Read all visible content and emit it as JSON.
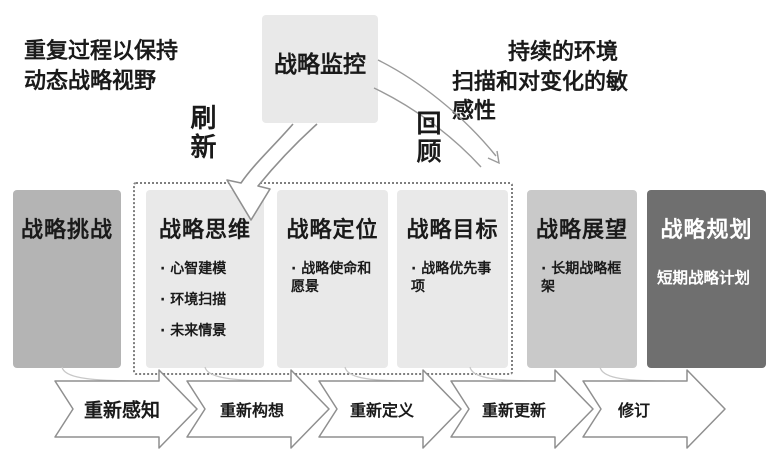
{
  "colors": {
    "box_light": "#e9e9e9",
    "box_medium": "#b4b4b4",
    "box_medium_light": "#c9c9c9",
    "box_dark": "#6f6f6f",
    "outline_gray": "#8f8f8f",
    "text": "#1a1a1a"
  },
  "notes": {
    "left": {
      "lines": [
        "重复过程以保持",
        "动态战略视野"
      ]
    },
    "right": {
      "lines": [
        "持续的环境",
        "扫描和对变化的敏",
        "感性"
      ]
    }
  },
  "monitor": {
    "title": "战略监控"
  },
  "curve_labels": {
    "refresh": "刷新",
    "review": "回顾"
  },
  "stages": [
    {
      "title": "战略挑战",
      "bullets": []
    },
    {
      "title": "战略思维",
      "bullets": [
        "心智建模",
        "环境扫描",
        "未来情景"
      ]
    },
    {
      "title": "战略定位",
      "bullets": [
        "战略使命和愿景"
      ]
    },
    {
      "title": "战略目标",
      "bullets": [
        "战略优先事项"
      ]
    },
    {
      "title": "战略展望",
      "bullets": [
        "长期战略框架"
      ]
    },
    {
      "title": "战略规划",
      "subtitle": "短期战略计划"
    }
  ],
  "bottom_arrows": {
    "labels": [
      "重新感知",
      "重新构想",
      "重新定义",
      "重新更新",
      "修订"
    ]
  }
}
